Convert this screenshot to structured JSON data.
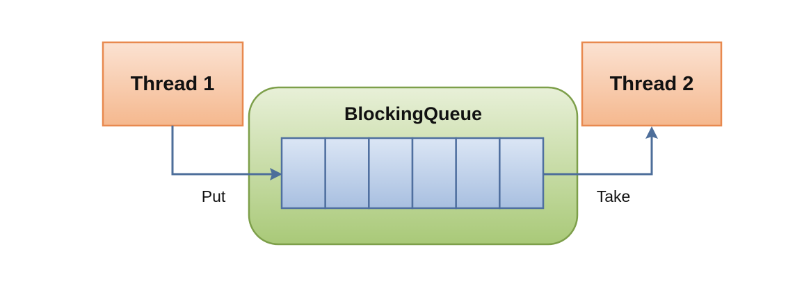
{
  "nodes": {
    "thread1": {
      "label": "Thread 1"
    },
    "thread2": {
      "label": "Thread 2"
    },
    "queue": {
      "label": "BlockingQueue",
      "slot_count": 6
    }
  },
  "edges": {
    "put": {
      "from": "thread1",
      "to": "queue",
      "label": "Put"
    },
    "take": {
      "from": "queue",
      "to": "thread2",
      "label": "Take"
    }
  },
  "colors": {
    "thread_fill_top": "#fbe2d2",
    "thread_fill_bottom": "#f5b88e",
    "thread_border": "#e8894f",
    "queue_fill_top": "#e8f0d8",
    "queue_fill_bottom": "#a9c978",
    "queue_border": "#7d9f4a",
    "slot_fill_top": "#dbe6f5",
    "slot_fill_bottom": "#a8bfe0",
    "slot_border": "#4f6f9f",
    "arrow": "#4d6e9a"
  }
}
